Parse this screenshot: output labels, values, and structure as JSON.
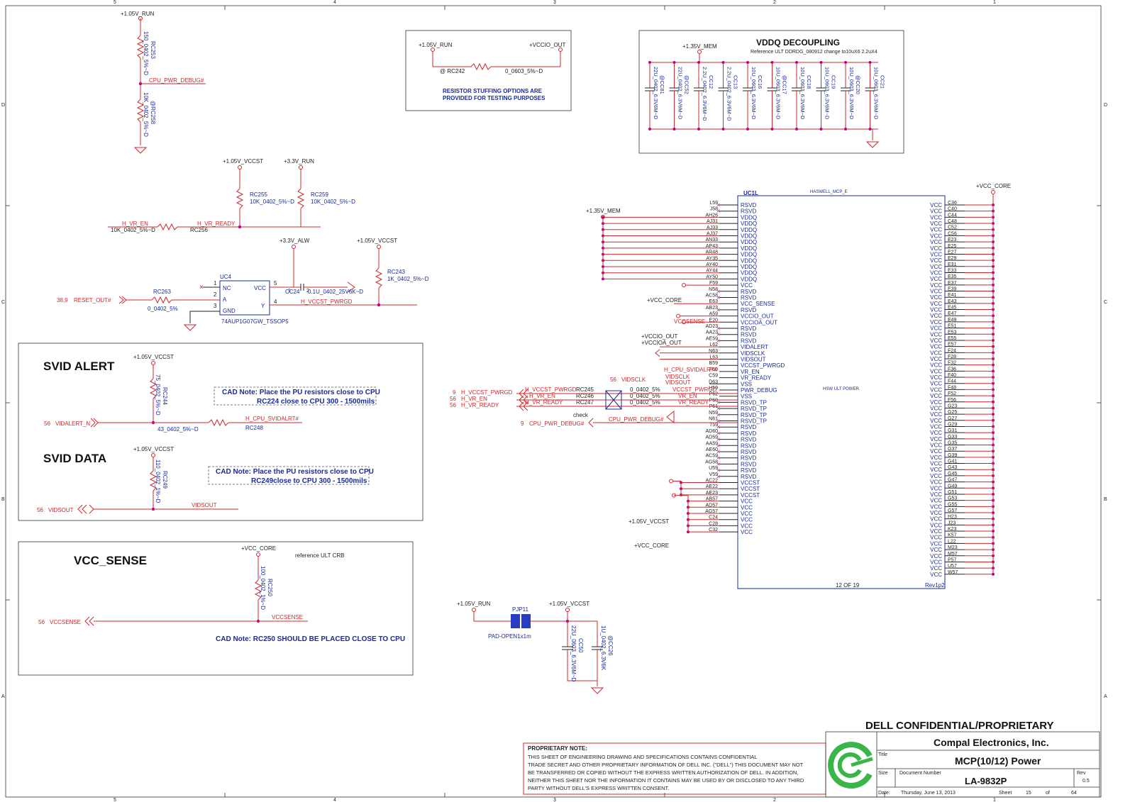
{
  "grid": {
    "cols": [
      "5",
      "4",
      "3",
      "2",
      "1"
    ],
    "rows": [
      "D",
      "C",
      "B",
      "A"
    ]
  },
  "rails": {
    "v105run": "+1.05V_RUN",
    "v105vccst": "+1.05V_VCCST",
    "v33run": "+3.3V_RUN",
    "v33alw": "+3.3V_ALW",
    "v135mem": "+1.35V_MEM",
    "vccio": "+VCCIO_OUT",
    "vccioa": "+VCCIOA_OUT",
    "vcccore": "+VCC_CORE"
  },
  "rc253": {
    "ref": "RC253",
    "val": "150_0402_5%~D",
    "net": "CPU_PWR_DEBUG#"
  },
  "rc258": {
    "ref": "@RC258",
    "val": "10K_0402_5%~D"
  },
  "stuffing": {
    "ref": "@ RC242",
    "val": "0_0603_5%~D",
    "note1": "RESISTOR STUFFING OPTIONS ARE",
    "note2": "PROVIDED FOR TESTING PURPOSES"
  },
  "vddq": {
    "title": "VDDQ DECOUPLING",
    "ref": "Reference ULT DDRDG_080912 change to10uX6 2.2uX4",
    "caps": [
      {
        "ref": "@CC81",
        "val": "22U_0402_6.3V6M~D"
      },
      {
        "ref": "@CC52",
        "val": "22U_0402_6.3V6M~D"
      },
      {
        "ref": "CC12",
        "val": "2.2U_0402_6.3V6M~D"
      },
      {
        "ref": "CC13",
        "val": "2.2U_0402_6.3V6M~D"
      },
      {
        "ref": "CC16",
        "val": "10U_0603_6.3V6M~D"
      },
      {
        "ref": "@CC17",
        "val": "10U_0603_6.3V6M~D"
      },
      {
        "ref": "CC18",
        "val": "10U_0603_6.3V6M~D"
      },
      {
        "ref": "CC19",
        "val": "10U_0603_6.3V6M~D"
      },
      {
        "ref": "@CC20",
        "val": "10U_0603_6.3V6M~D"
      },
      {
        "ref": "CC21",
        "val": "10U_0603_6.3V6M~D"
      }
    ]
  },
  "vr": {
    "rc255": "RC255",
    "rc255v": "10K_0402_5%~D",
    "rc259": "RC259",
    "rc259v": "10K_0402_5%~D",
    "in": "H_VR_EN",
    "inval": "10K_0402_5%~D",
    "out": "H_VR_READY",
    "ref": "RC256"
  },
  "uc4": {
    "ref": "UC4",
    "part": "74AUP1G07GW_TSSOP5",
    "nc": "NC",
    "a": "A",
    "gnd": "GND",
    "vcc": "VCC",
    "y": "Y",
    "p1": "1",
    "p2": "2",
    "p3": "3",
    "p4": "4",
    "p5": "5",
    "reset": "38,9",
    "resetnet": "RESET_OUT#",
    "rc263": "RC263",
    "rc263v": "0_0402_5%",
    "cc24": "CC24",
    "cc24v": "0.1U_0402_25V6K~D",
    "rc243": "RC243",
    "rc243v": "1K_0402_5%~D",
    "pwrgd": "H_VCCST_PWRGD"
  },
  "svid": {
    "alert": "SVID ALERT",
    "data": "SVID DATA",
    "rc244": "RC244",
    "rc244v": "75_0402_5%~D",
    "alertnet": "VIDALERT_N",
    "alertnum": "56",
    "rc248": "RC248",
    "rc248v": "43_0402_5%~D",
    "cpualert": "H_CPU_SVIDALRT#",
    "note1a": "CAD Note: Place the PU resistors close to CPU",
    "note1b": "RC224 close to CPU 300 - 1500mils",
    "rc249": "RC249",
    "rc249v": "110_0402_1%~D",
    "vidsout": "VIDSOUT",
    "datanum": "56",
    "note2a": "CAD Note: Place the PU resistors close to CPU",
    "note2b": "RC249close to CPU 300 - 1500mils"
  },
  "vccsense": {
    "title": "VCC_SENSE",
    "refnote": "reference ULT CRB",
    "rc250": "RC250",
    "rc250v": "100_0402_1%~D",
    "net": "VCCSENSE",
    "num": "56",
    "note": "CAD Note: RC250 SHOULD BE PLACED CLOSE TO CPU"
  },
  "mcp": {
    "ref": "UC1L",
    "part": "HASWELL_MCP_E",
    "center": "HSW ULT POWER",
    "sheet": "12 OF 19",
    "rev": "Rev1p2",
    "left": [
      {
        "pin": "L59",
        "n": "RSVD"
      },
      {
        "pin": "J58",
        "n": "RSVD"
      },
      {
        "pin": "AH26",
        "n": "VDDQ"
      },
      {
        "pin": "AJ31",
        "n": "VDDQ"
      },
      {
        "pin": "AJ33",
        "n": "VDDQ"
      },
      {
        "pin": "AJ37",
        "n": "VDDQ"
      },
      {
        "pin": "AN33",
        "n": "VDDQ"
      },
      {
        "pin": "AP43",
        "n": "VDDQ"
      },
      {
        "pin": "AR48",
        "n": "VDDQ"
      },
      {
        "pin": "AY35",
        "n": "VDDQ"
      },
      {
        "pin": "AY40",
        "n": "VDDQ"
      },
      {
        "pin": "AY44",
        "n": "VDDQ"
      },
      {
        "pin": "AY50",
        "n": "VDDQ"
      },
      {
        "pin": "F59",
        "n": "VCC"
      },
      {
        "pin": "N58",
        "n": "RSVD"
      },
      {
        "pin": "AC58",
        "n": "RSVD"
      },
      {
        "pin": "E63",
        "n": "VCC_SENSE"
      },
      {
        "pin": "AB23",
        "n": "RSVD"
      },
      {
        "pin": "A59",
        "n": "VCCIO_OUT"
      },
      {
        "pin": "E20",
        "n": "VCCIOA_OUT"
      },
      {
        "pin": "AD23",
        "n": "RSVD"
      },
      {
        "pin": "AA23",
        "n": "RSVD"
      },
      {
        "pin": "AE59",
        "n": "RSVD"
      },
      {
        "pin": "L62",
        "n": "VIDALERT"
      },
      {
        "pin": "N63",
        "n": "VIDSCLK"
      },
      {
        "pin": "L63",
        "n": "VIDSOUT"
      },
      {
        "pin": "B59",
        "n": "VCCST_PWRGD"
      },
      {
        "pin": "F60",
        "n": "VR_EN"
      },
      {
        "pin": "C59",
        "n": "VR_READY"
      },
      {
        "pin": "D63",
        "n": "VSS"
      },
      {
        "pin": "H59",
        "n": "PWR_DEBUG"
      },
      {
        "pin": "P62",
        "n": "VSS"
      },
      {
        "pin": "P60",
        "n": "RSVD_TP"
      },
      {
        "pin": "P61",
        "n": "RSVD_TP"
      },
      {
        "pin": "N59",
        "n": "RSVD_TP"
      },
      {
        "pin": "N61",
        "n": "RSVD_TP"
      },
      {
        "pin": "T59",
        "n": "RSVD"
      },
      {
        "pin": "AD60",
        "n": "RSVD"
      },
      {
        "pin": "AD59",
        "n": "RSVD"
      },
      {
        "pin": "AA59",
        "n": "RSVD"
      },
      {
        "pin": "AE60",
        "n": "RSVD"
      },
      {
        "pin": "AC59",
        "n": "RSVD"
      },
      {
        "pin": "AG58",
        "n": "RSVD"
      },
      {
        "pin": "U59",
        "n": "RSVD"
      },
      {
        "pin": "V59",
        "n": "RSVD"
      },
      {
        "pin": "AC22",
        "n": "VCCST"
      },
      {
        "pin": "AE22",
        "n": "VCCST"
      },
      {
        "pin": "AE23",
        "n": "VCCST"
      },
      {
        "pin": "AB57",
        "n": "VCC"
      },
      {
        "pin": "AD57",
        "n": "VCC"
      },
      {
        "pin": "AG57",
        "n": "VCC"
      },
      {
        "pin": "C24",
        "n": "VCC"
      },
      {
        "pin": "C28",
        "n": "VCC"
      },
      {
        "pin": "C32",
        "n": "VCC"
      }
    ],
    "right": [
      "C36",
      "C40",
      "C44",
      "C48",
      "C52",
      "C56",
      "E23",
      "E25",
      "E27",
      "E29",
      "E31",
      "E33",
      "E35",
      "E37",
      "E39",
      "E41",
      "E43",
      "E45",
      "E47",
      "E49",
      "E51",
      "E53",
      "E55",
      "E57",
      "F24",
      "F28",
      "F32",
      "F36",
      "F40",
      "F44",
      "F48",
      "F52",
      "F56",
      "G23",
      "G25",
      "G27",
      "G29",
      "G31",
      "G33",
      "G35",
      "G37",
      "G39",
      "G41",
      "G43",
      "G45",
      "G47",
      "G49",
      "G51",
      "G53",
      "G55",
      "G57",
      "H23",
      "J23",
      "K23",
      "K57",
      "L22",
      "M23",
      "M57",
      "P57",
      "U57",
      "W57"
    ],
    "rightname": "VCC"
  },
  "mcpnets": {
    "alert": "H_CPU_SVIDALRT#",
    "sclknum": "56",
    "sclk": "VIDSCLK",
    "vidsclk": "VIDSCLK",
    "vidsout": "VIDSOUT",
    "vccsense": "VCCSENSE",
    "pwrgdnum": "9",
    "pwrgd": "H_VCCST_PWRGD",
    "vrennum": "56",
    "vren": "H_VR_EN",
    "vrrdynum": "56",
    "vrrdy": "H_VR_READY",
    "rc245": "RC245",
    "rc246": "RC246",
    "rc247": "RC247",
    "rval": "0_0402_5%",
    "o1": "VCCST_PWRGD",
    "o2": "VR_EN",
    "o3": "VR_READY",
    "check": "check",
    "dbgnum": "9",
    "dbg": "CPU_PWR_DEBUG#",
    "dbg2": "CPU_PWR_DEBUG#"
  },
  "pjp": {
    "ref": "PJP11",
    "part": "PAD-OPEN1x1m",
    "cc50": "CC50",
    "cc50v": "22U_0603_6.3V6M~D",
    "cc26": "@CC26",
    "cc26v": "1U_0402_6.3V6K"
  },
  "title": {
    "conf": "DELL CONFIDENTIAL/PROPRIETARY",
    "company": "Compal Electronics, Inc.",
    "titlelbl": "Title",
    "title": "MCP(10/12) Power",
    "sizelbl": "Size",
    "doclbl": "Document Number",
    "doc": "LA-9832P",
    "revlbl": "Rev",
    "rev": "0.5",
    "datelbl": "Date:",
    "date": "Thursday, June 13, 2013",
    "sheetlbl": "Sheet",
    "sheet": "15",
    "oflbl": "of",
    "total": "64"
  },
  "prop": {
    "h": "PROPRIETARY NOTE:",
    "l1": "THIS SHEET OF ENGINEERING DRAWING AND SPECIFICATIONS CONTAINS CONFIDENTIAL",
    "l2": "TRADE SECRET AND OTHER PROPRIETARY INFORMATION OF DELL INC. (\"DELL\") THIS DOCUMENT MAY NOT",
    "l3": "BE TRANSFERRED OR COPIED WITHOUT THE EXPRESS WRITTEN AUTHORIZATION OF DELL. IN ADDITION,",
    "l4": "NEITHER THIS SHEET NOR THE INFORMATION IT CONTAINS MAY BE USED BY OR DISCLOSED TO ANY THIRD",
    "l5": "PARTY WITHOUT DELL'S EXPRESS WRITTEN CONSENT."
  }
}
